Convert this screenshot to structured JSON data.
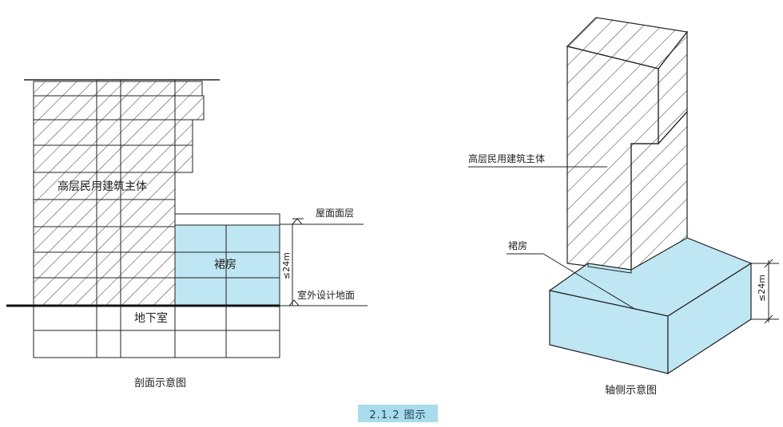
{
  "section_view": {
    "tower_label": "高层民用建筑主体",
    "podium_label": "裙房",
    "basement_label": "地下室",
    "roof_label": "屋面面层",
    "grade_label": "室外设计地面",
    "height_dim": "≤24m",
    "caption": "剖面示意图"
  },
  "axonometric_view": {
    "tower_label": "高层民用建筑主体",
    "podium_label": "裙房",
    "height_dim": "≤24m",
    "caption": "轴侧示意图"
  },
  "figure_caption": "2.1.2 图示",
  "colors": {
    "podium_fill": "#bfe6f3",
    "caption_box": "#a9dcec",
    "line": "#222222"
  }
}
